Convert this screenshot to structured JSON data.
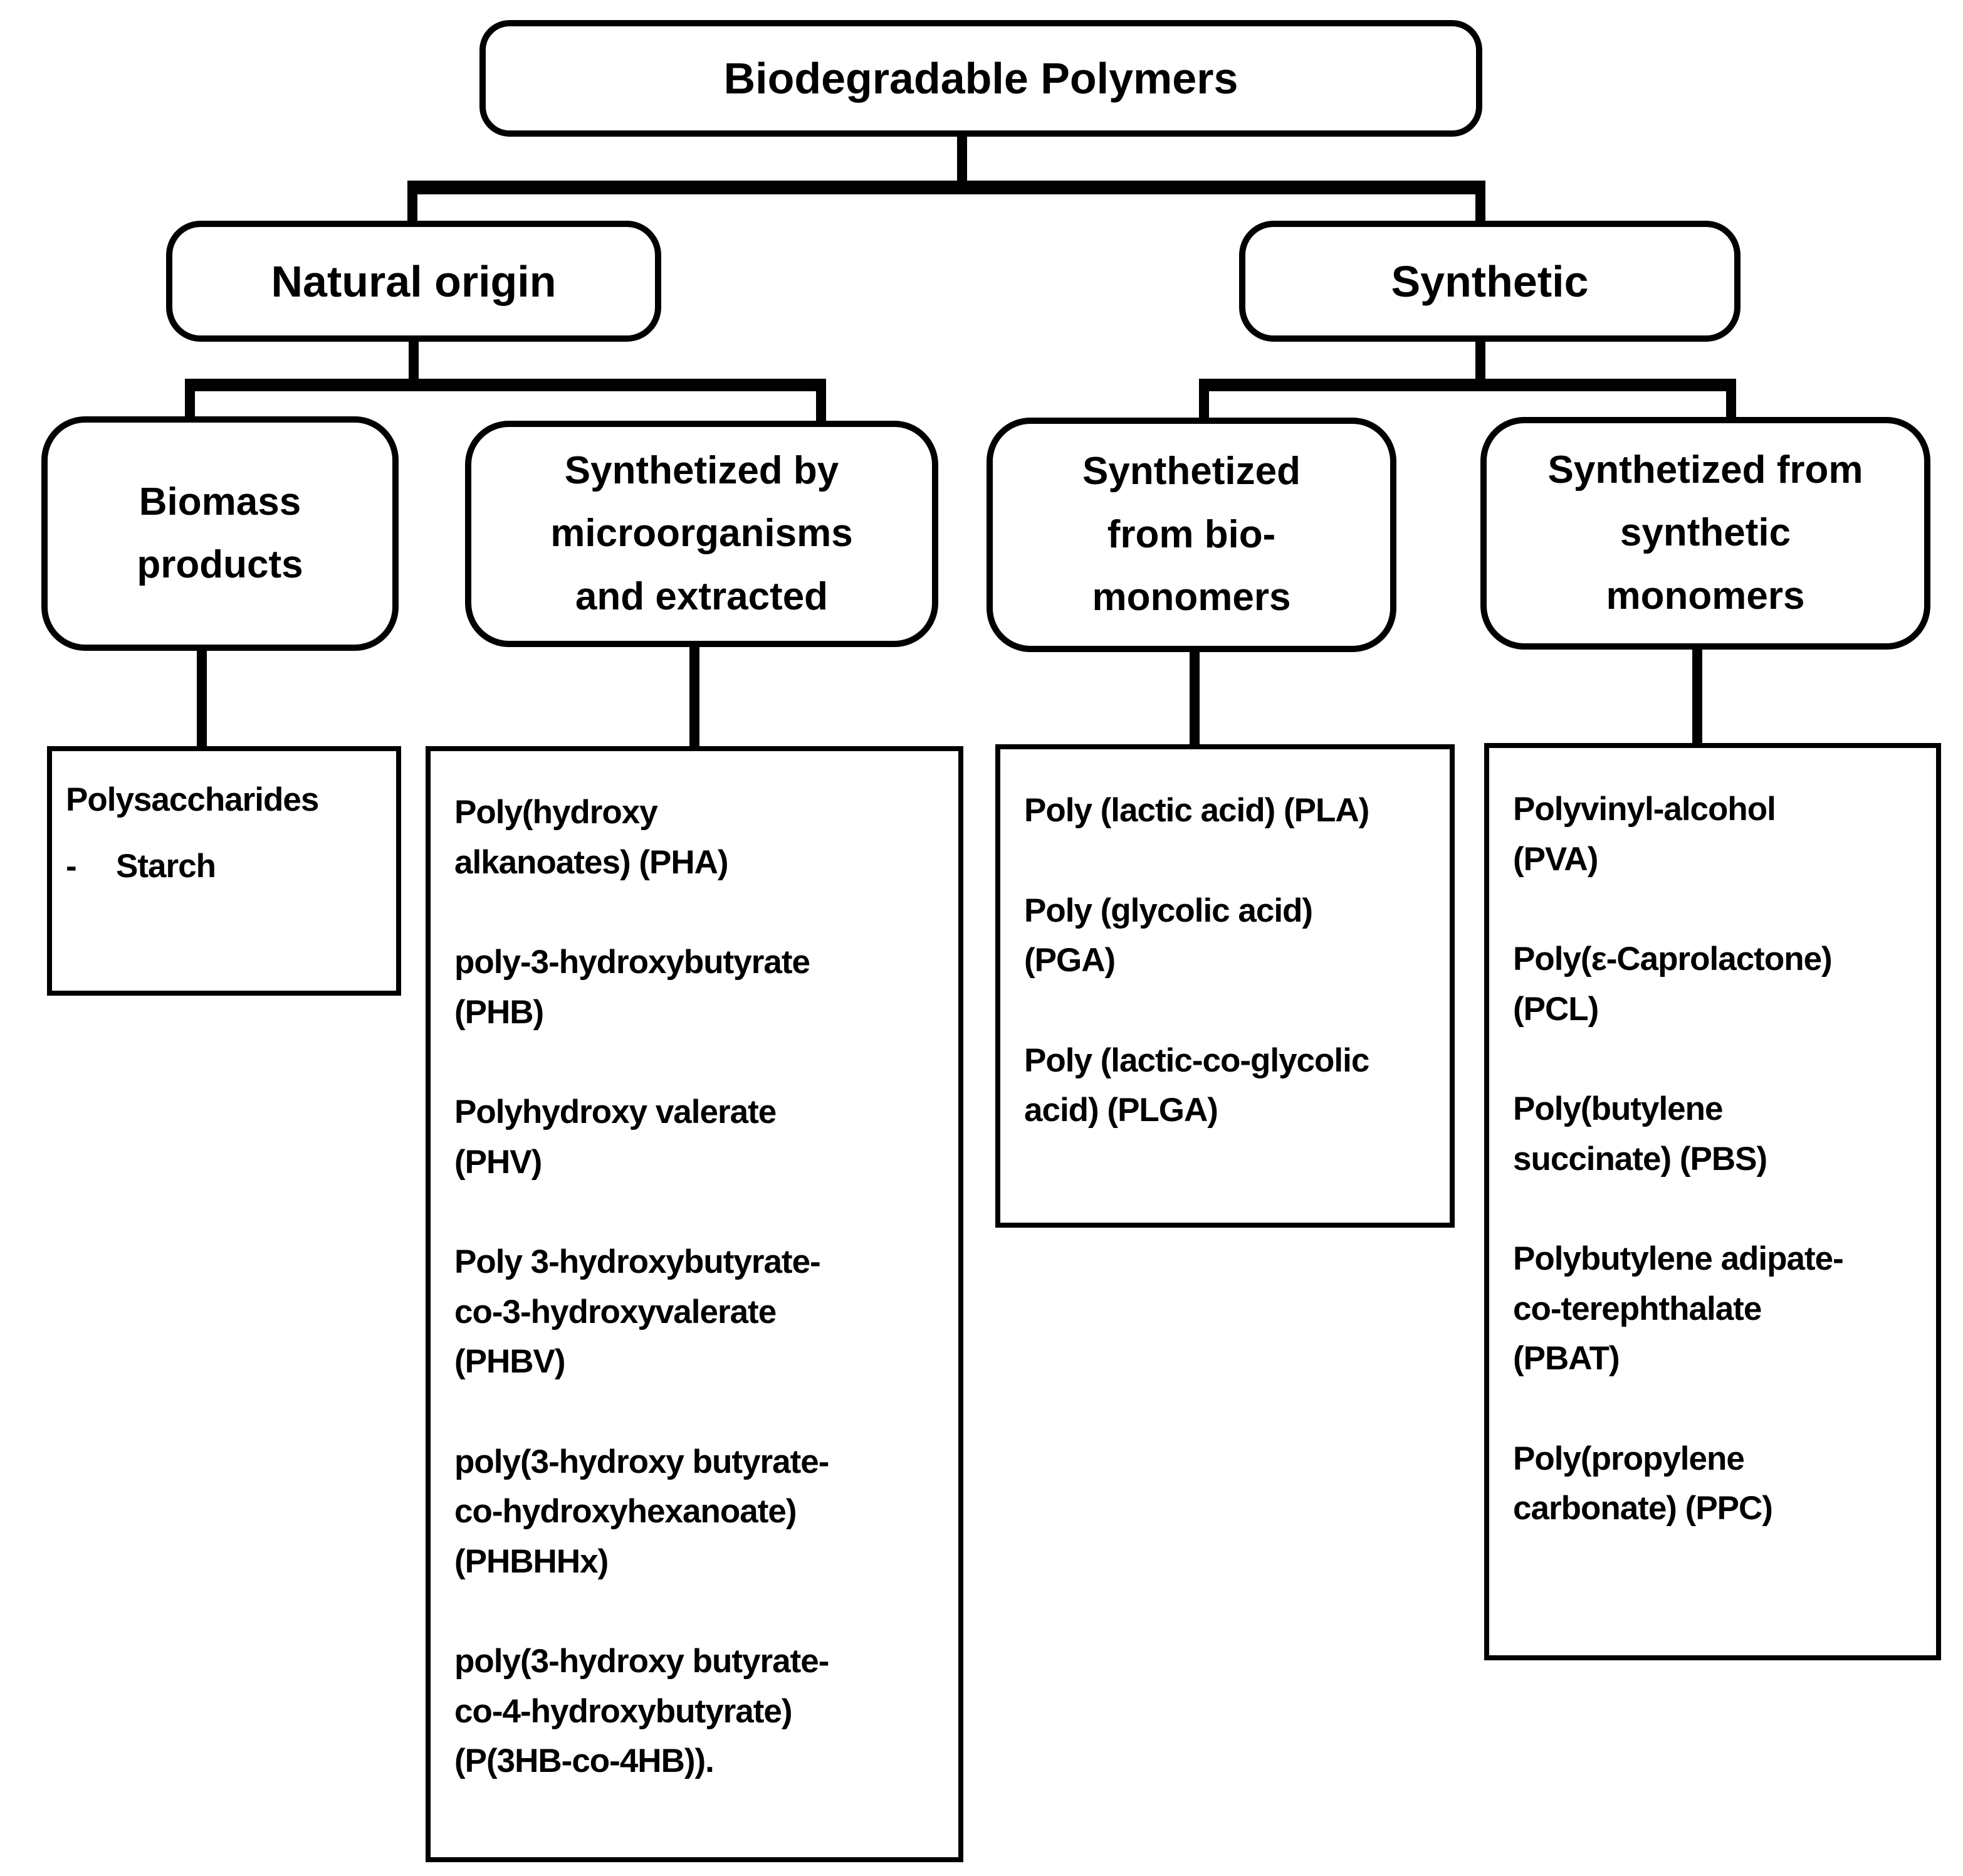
{
  "colors": {
    "ink": "#000000",
    "paper": "#ffffff"
  },
  "tree": {
    "root": {
      "label": "Biodegradable Polymers"
    },
    "branches": [
      {
        "label": "Natural origin"
      },
      {
        "label": "Synthetic"
      }
    ],
    "categories": [
      {
        "label": "Biomass\nproducts"
      },
      {
        "label": "Synthetized by\nmicroorganisms\nand extracted"
      },
      {
        "label": "Synthetized\nfrom bio-\nmonomers"
      },
      {
        "label": "Synthetized from\nsynthetic\nmonomers"
      }
    ],
    "leaves": {
      "biomass": {
        "title": "Polysaccharides",
        "bullet": "-",
        "item": "Starch"
      },
      "micro": {
        "items": [
          "Poly(hydroxy\nalkanoates) (PHA)",
          "poly-3-hydroxybutyrate\n(PHB)",
          "Polyhydroxy valerate\n(PHV)",
          "Poly 3-hydroxybutyrate-\nco-3-hydroxyvalerate\n(PHBV)",
          "poly(3-hydroxy butyrate-\nco-hydroxyhexanoate)\n(PHBHHx)",
          "poly(3-hydroxy butyrate-\nco-4-hydroxybutyrate)\n(P(3HB-co-4HB))."
        ]
      },
      "biomonomers": {
        "items": [
          "Poly (lactic acid) (PLA)",
          "Poly (glycolic acid)\n(PGA)",
          "Poly (lactic-co-glycolic\nacid) (PLGA)"
        ]
      },
      "synthmonomers": {
        "items": [
          "Polyvinyl-alcohol\n(PVA)",
          "Poly(ε-Caprolactone)\n(PCL)",
          "Poly(butylene\nsuccinate) (PBS)",
          "Polybutylene adipate-\nco-terephthalate\n(PBAT)",
          "Poly(propylene\ncarbonate) (PPC)"
        ]
      }
    }
  }
}
